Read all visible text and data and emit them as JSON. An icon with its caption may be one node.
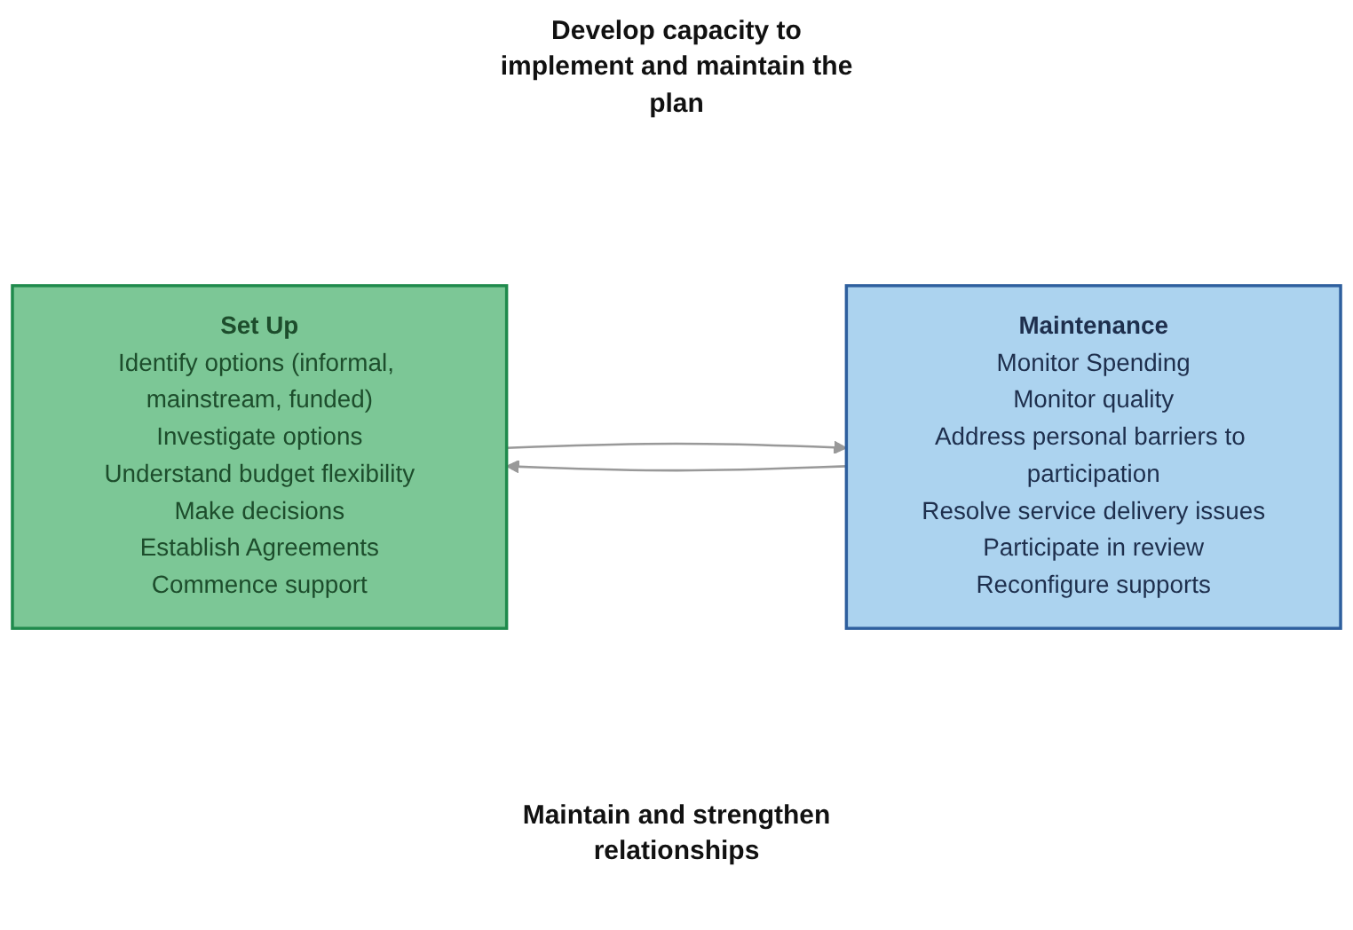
{
  "diagram": {
    "nodes": [
      {
        "text": [
          "Set Up",
          "Identify options (informal, mainstream, funded)",
          "Investigate options",
          "Understand budget flexibility",
          "Make decisions",
          "Establish Agreements",
          "Commence support"
        ]
      },
      {
        "text": [
          "Maintenance",
          "Monitor Spending",
          "Monitor quality",
          "Address personal barriers to participation",
          "Resolve service delivery issues",
          "Participate in review",
          "Reconfigure supports"
        ]
      }
    ],
    "edges": [
      {
        "from": 0,
        "to": 1,
        "arrow": "to"
      },
      {
        "from": 1,
        "to": 0,
        "arrow": "to"
      }
    ],
    "labels": [
      "Develop capacity to implement and maintain the plan",
      "Maintain and strengthen relationships"
    ]
  }
}
